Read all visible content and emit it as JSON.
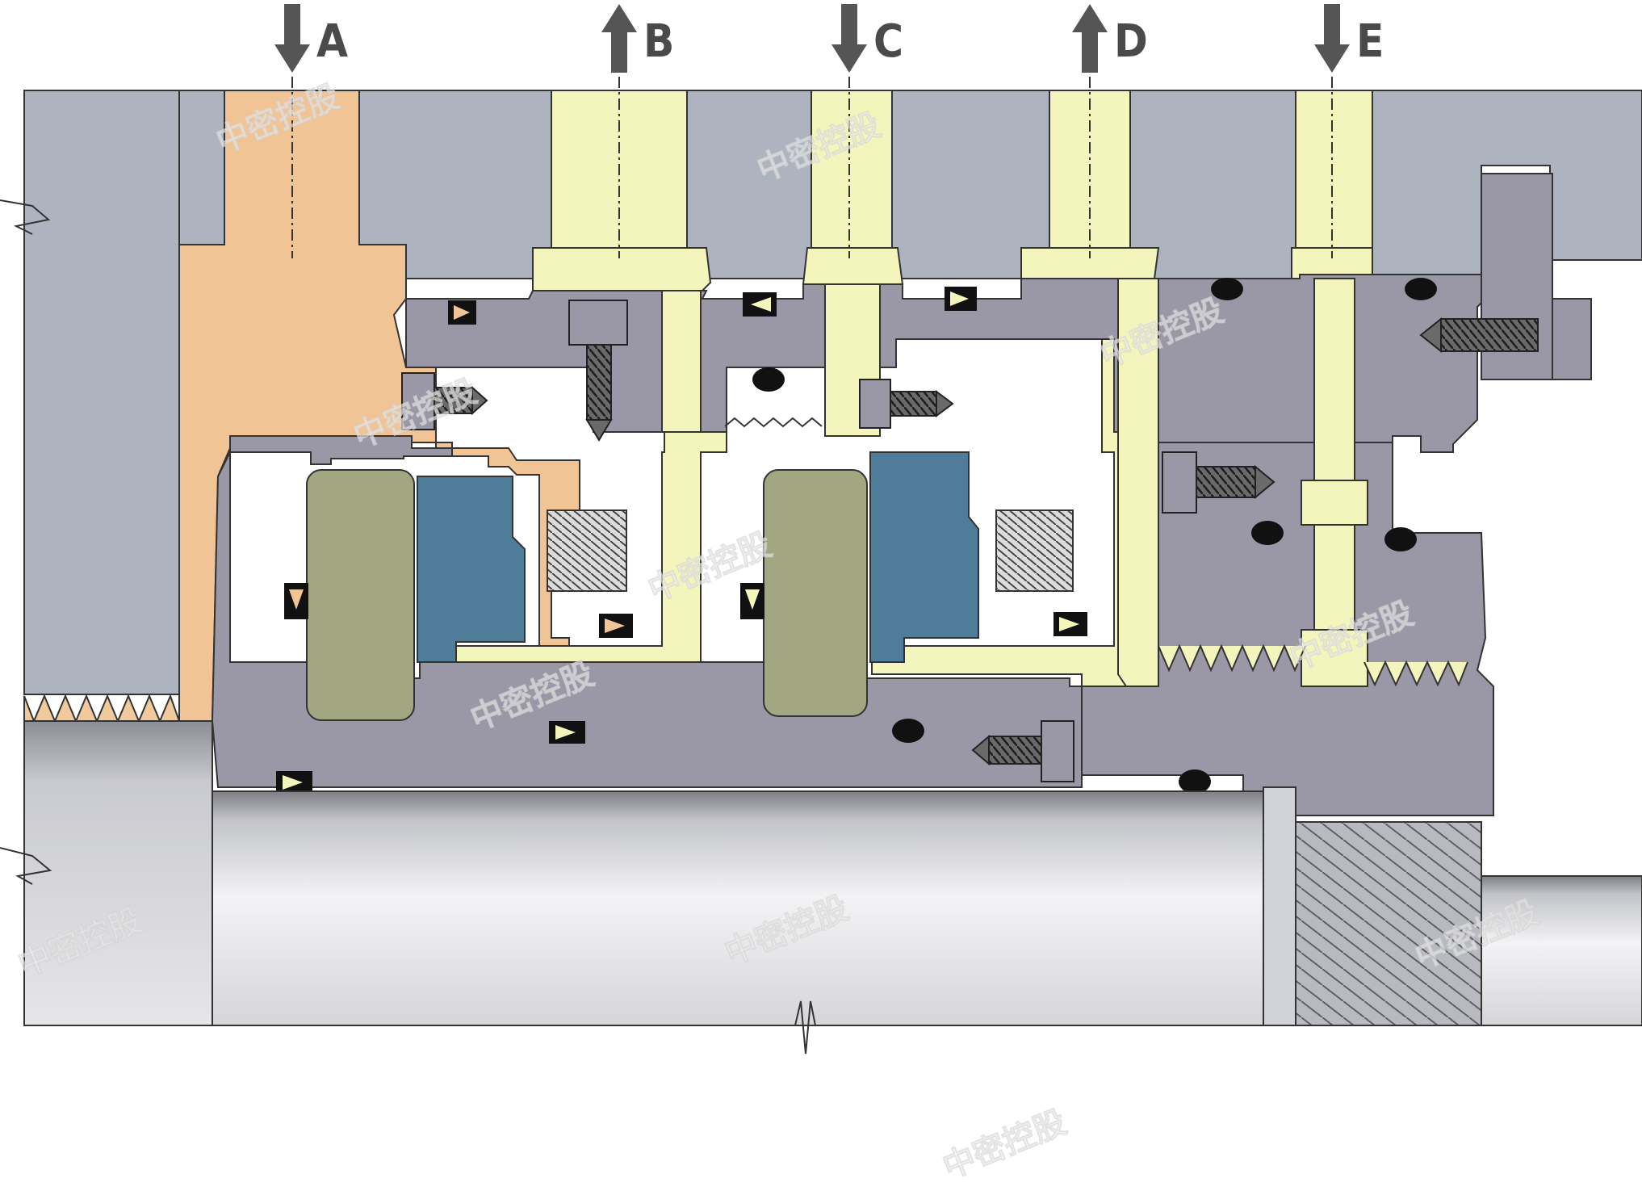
{
  "ports": [
    {
      "label": "A",
      "direction": "in"
    },
    {
      "label": "B",
      "direction": "out"
    },
    {
      "label": "C",
      "direction": "in"
    },
    {
      "label": "D",
      "direction": "out"
    },
    {
      "label": "E",
      "direction": "in"
    }
  ],
  "watermark": "中密控股",
  "colors": {
    "housing": "#aeb4bf",
    "seal_body": "#9a98a6",
    "barrier_fluid": "#f3f5bd",
    "process_fluid": "#f1c496",
    "seal_face_olive": "#a3a781",
    "seal_face_blue": "#4f7d99",
    "shaft": "#d8d8db"
  },
  "icons": [
    "arrow-down-icon",
    "arrow-up-icon",
    "spring-icon",
    "screw-icon",
    "o-ring-icon",
    "o-ring-icon"
  ]
}
